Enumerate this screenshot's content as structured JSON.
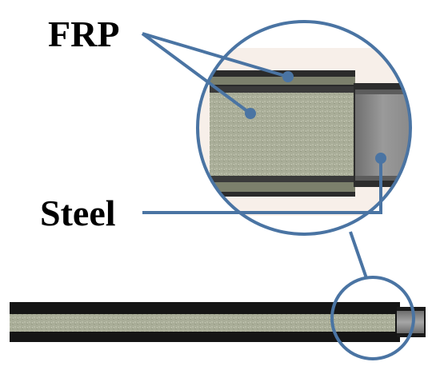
{
  "labels": {
    "frp": "FRP",
    "steel": "Steel"
  },
  "colors": {
    "callout": "#4a74a3",
    "frp_fill": "#a9ad98",
    "frp_shade": "#8f947d",
    "steel_fill": "#8e8e8e",
    "casing": "#151515",
    "magnifier_bg": "#f7efe9"
  },
  "icons": {
    "callout_dot": "filled-circle",
    "magnifier": "zoom-circle"
  }
}
